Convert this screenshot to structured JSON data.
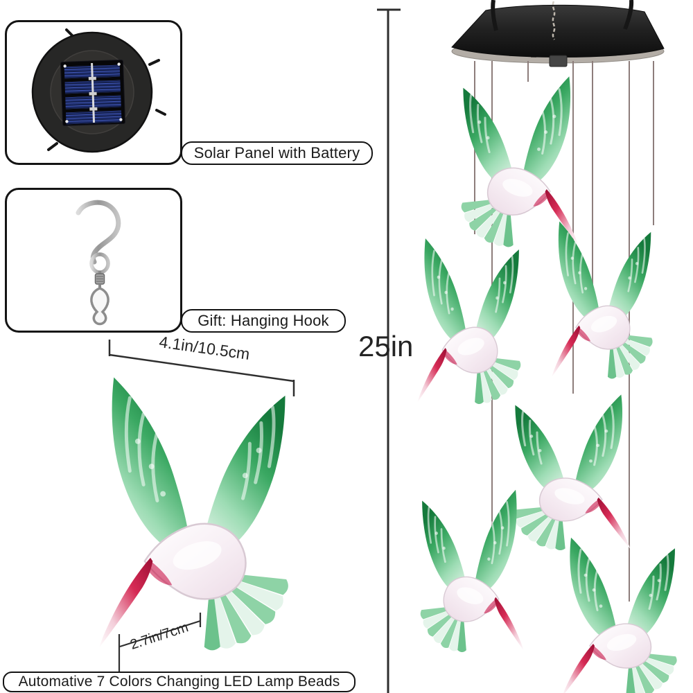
{
  "colors": {
    "outline": "#141414",
    "annotation_line": "#2e2e2e",
    "string": "#8d7d7b",
    "wing_green_dark": "#157a3c",
    "wing_green_light": "#9ddcb4",
    "beak_red": "#cc1340",
    "body_tint": "#f3e7ee",
    "solar_cell_base": "#0c1330",
    "solar_stripe_blue": "#3b57c2",
    "shade_black": "#1f1f1f",
    "shade_rim_gray": "#b3ada6"
  },
  "callouts": {
    "solar_panel": {
      "label": "Solar Panel with Battery"
    },
    "hanging_hook": {
      "label": "Gift: Hanging Hook"
    },
    "led_beads": {
      "label": "Automative 7 Colors Changing LED Lamp Beads"
    }
  },
  "dimensions": {
    "wing_width": "4.1in/10.5cm",
    "bird_width": "2.7in/7cm",
    "chime_height": "25in"
  },
  "photos": {
    "solar_panel": "solar-panel-with-battery-top-view",
    "hanging_hook": "metal-s-hook-with-swivel-clip",
    "featured_bird": "acrylic-hummingbird-ornament",
    "wind_chime": "solar-hummingbird-wind-chime"
  },
  "wind_chime": {
    "hummingbird_count": 6,
    "string_count": 7
  }
}
